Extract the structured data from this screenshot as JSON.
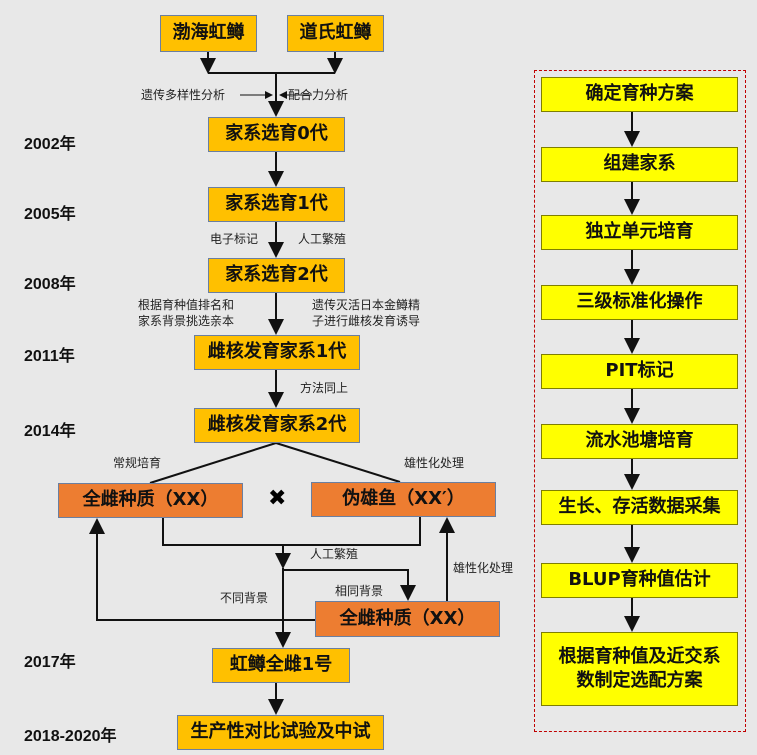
{
  "sources": [
    "渤海虹鳟",
    "道氏虹鳟"
  ],
  "analysis": {
    "left": "遗传多样性分析",
    "right": "配合力分析"
  },
  "years": [
    "2002年",
    "2005年",
    "2008年",
    "2011年",
    "2014年",
    "2017年",
    "2018-2020年"
  ],
  "main_steps": [
    "家系选育0代",
    "家系选育1代",
    "家系选育2代",
    "雌核发育家系1代",
    "雌核发育家系2代"
  ],
  "step_labels": {
    "tag": "电子标记",
    "breed": "人工繁殖",
    "select": [
      "根据育种值排名和",
      "家系背景挑选亲本"
    ],
    "induce": [
      "遗传灭活日本金鳟精",
      "子进行雌核发育诱导"
    ],
    "same": "方法同上"
  },
  "branch": {
    "left_label": "常规培育",
    "right_label": "雄性化处理",
    "left_box": "全雌种质（XX）",
    "right_box": "伪雄鱼（XX′）",
    "cross": "✖",
    "artificial": "人工繁殖",
    "same_bg": "相同背景",
    "diff_bg": "不同背景",
    "masculinize": "雄性化处理",
    "bottom_box": "全雌种质（XX）"
  },
  "final": [
    "虹鳟全雌1号",
    "生产性对比试验及中试"
  ],
  "panel": [
    "确定育种方案",
    "组建家系",
    "独立单元培育",
    "三级标准化操作",
    "PIT标记",
    "流水池塘培育",
    "生长、存活数据采集",
    "BLUP育种值估计",
    "根据育种值及近交系数制定选配方案"
  ]
}
